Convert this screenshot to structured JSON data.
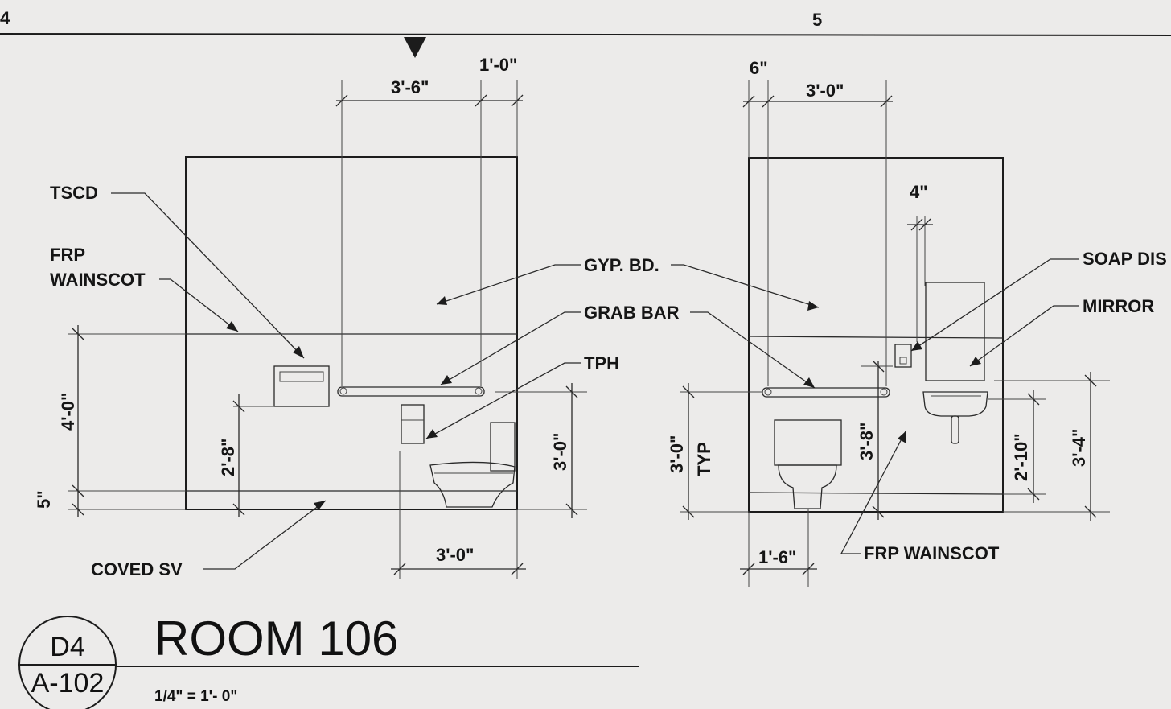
{
  "grid": {
    "left_label": "4",
    "right_label": "5"
  },
  "left_elevation": {
    "labels": {
      "tscd": "TSCD",
      "frp_wainscot_1": "FRP",
      "frp_wainscot_2": "WAINSCOT",
      "coved_sv": "COVED SV",
      "gyp_bd": "GYP. BD.",
      "grab_bar": "GRAB BAR",
      "tph": "TPH"
    },
    "dimensions": {
      "top_grab_bar": "3'-6\"",
      "top_offset": "1'-0\"",
      "wainscot_height": "4'-0\"",
      "base_height": "5\"",
      "tscd_height": "2'-8\"",
      "grab_bar_height": "3'-0\"",
      "wc_centerline": "3'-0\""
    }
  },
  "right_elevation": {
    "labels": {
      "soap_dispenser": "SOAP DIS",
      "mirror": "MIRROR",
      "frp_wainscot": "FRP WAINSCOT",
      "typ": "TYP"
    },
    "dimensions": {
      "left_offset": "6\"",
      "grab_bar_length": "3'-0\"",
      "soap_gap": "4\"",
      "grab_bar_height": "3'-0\"",
      "wc_height": "3'-8\"",
      "lav_height": "2'-10\"",
      "mirror_height": "3'-4\"",
      "wc_centerline": "1'-6\""
    }
  },
  "title_block": {
    "detail_id": "D4",
    "sheet_id": "A-102",
    "title": "ROOM 106",
    "scale": "1/4\" = 1'- 0\""
  }
}
